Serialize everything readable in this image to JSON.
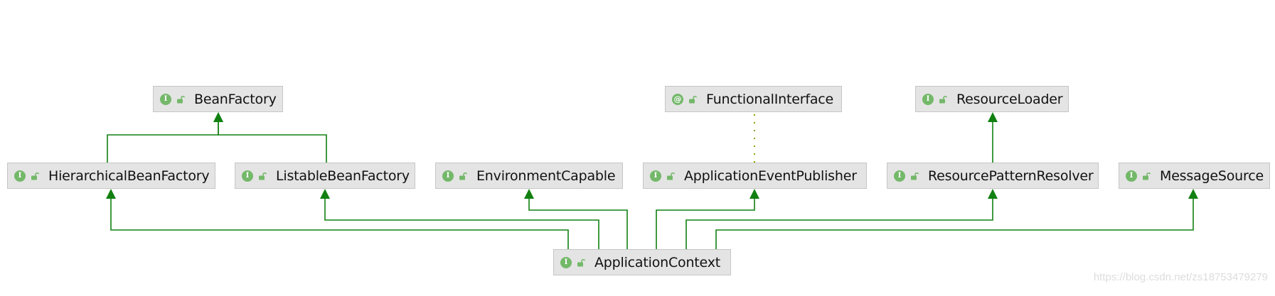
{
  "diagram": {
    "nodes": [
      {
        "id": "BeanFactory",
        "label": "BeanFactory",
        "badge": "I",
        "kind": "interface"
      },
      {
        "id": "FunctionalInterface",
        "label": "FunctionalInterface",
        "badge": "@",
        "kind": "annotation"
      },
      {
        "id": "ResourceLoader",
        "label": "ResourceLoader",
        "badge": "I",
        "kind": "interface"
      },
      {
        "id": "HierarchicalBeanFactory",
        "label": "HierarchicalBeanFactory",
        "badge": "I",
        "kind": "interface"
      },
      {
        "id": "ListableBeanFactory",
        "label": "ListableBeanFactory",
        "badge": "I",
        "kind": "interface"
      },
      {
        "id": "EnvironmentCapable",
        "label": "EnvironmentCapable",
        "badge": "I",
        "kind": "interface"
      },
      {
        "id": "ApplicationEventPublisher",
        "label": "ApplicationEventPublisher",
        "badge": "I",
        "kind": "interface"
      },
      {
        "id": "ResourcePatternResolver",
        "label": "ResourcePatternResolver",
        "badge": "I",
        "kind": "interface"
      },
      {
        "id": "MessageSource",
        "label": "MessageSource",
        "badge": "I",
        "kind": "interface"
      },
      {
        "id": "ApplicationContext",
        "label": "ApplicationContext",
        "badge": "I",
        "kind": "interface"
      }
    ],
    "edges": [
      {
        "from": "HierarchicalBeanFactory",
        "to": "BeanFactory",
        "type": "extends"
      },
      {
        "from": "ListableBeanFactory",
        "to": "BeanFactory",
        "type": "extends"
      },
      {
        "from": "ResourcePatternResolver",
        "to": "ResourceLoader",
        "type": "extends"
      },
      {
        "from": "ApplicationEventPublisher",
        "to": "FunctionalInterface",
        "type": "annotated"
      },
      {
        "from": "ApplicationContext",
        "to": "HierarchicalBeanFactory",
        "type": "extends"
      },
      {
        "from": "ApplicationContext",
        "to": "ListableBeanFactory",
        "type": "extends"
      },
      {
        "from": "ApplicationContext",
        "to": "EnvironmentCapable",
        "type": "extends"
      },
      {
        "from": "ApplicationContext",
        "to": "ApplicationEventPublisher",
        "type": "extends"
      },
      {
        "from": "ApplicationContext",
        "to": "ResourcePatternResolver",
        "type": "extends"
      },
      {
        "from": "ApplicationContext",
        "to": "MessageSource",
        "type": "extends"
      }
    ]
  },
  "colors": {
    "node_fill": "#e4e4e4",
    "node_border": "#c6c6c6",
    "badge": "#74b86a",
    "edge": "#118011",
    "annotation_edge": "#8aa300"
  },
  "watermark": "https://blog.csdn.net/zs18753479279"
}
